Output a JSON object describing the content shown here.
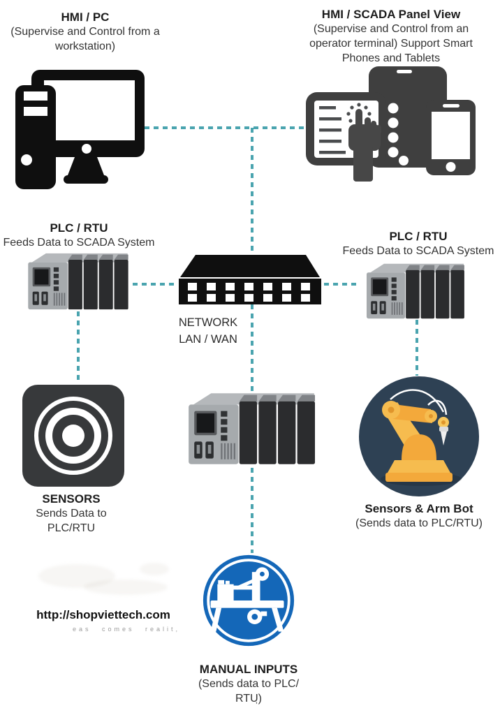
{
  "nodes": {
    "hmi_pc": {
      "title": "HMI / PC",
      "subtitle_lines": [
        "(Supervise and Control from a",
        "workstation)"
      ]
    },
    "hmi_scada": {
      "title": "HMI / SCADA Panel View",
      "subtitle_lines": [
        "(Supervise and Control from an",
        "operator terminal) Support Smart",
        "Phones and Tablets"
      ]
    },
    "plc_left": {
      "title": "PLC / RTU",
      "subtitle": "Feeds Data to SCADA System"
    },
    "plc_right": {
      "title": "PLC / RTU",
      "subtitle": "Feeds Data to SCADA System"
    },
    "network_switch": {
      "label_lines": [
        "NETWORK",
        "LAN / WAN"
      ]
    },
    "sensors": {
      "title": "SENSORS",
      "subtitle_lines": [
        "Sends Data to",
        "PLC/RTU"
      ]
    },
    "arm_bot": {
      "title": "Sensors & Arm Bot",
      "subtitle": "(Sends data to PLC/RTU)"
    },
    "manual_inputs": {
      "title": "MANUAL INPUTS",
      "subtitle_lines": [
        "(Sends data to PLC/",
        "RTU)"
      ]
    }
  },
  "watermark": {
    "url": "http://shopviettech.com",
    "tagline": "eas comes realit,"
  },
  "icons": {
    "desktop_pc": "desktop-pc-icon",
    "hmi_panel": "hmi-panel-icon",
    "tablet": "tablet-icon",
    "smartphone": "smartphone-icon",
    "touch_hand": "touch-hand-icon",
    "network_switch": "network-switch-icon",
    "plc_rack": "plc-rack-icon",
    "sensor_target": "sensor-target-icon",
    "robot_arm": "robot-arm-icon",
    "manual_machine": "manual-machine-icon"
  },
  "colors": {
    "connector": "#4AA4AF",
    "icon_black": "#0f0f0f",
    "device_gray": "#3F3F3F",
    "plc_light": "#A6AAAD",
    "plc_dark": "#2B2C2E",
    "sensor_dark": "#37393B",
    "armbot_bg": "#2E4154",
    "armbot_yellow": "#F6BC4F",
    "armbot_yellow_dark": "#F3A93B",
    "manual_blue": "#1467B8"
  }
}
